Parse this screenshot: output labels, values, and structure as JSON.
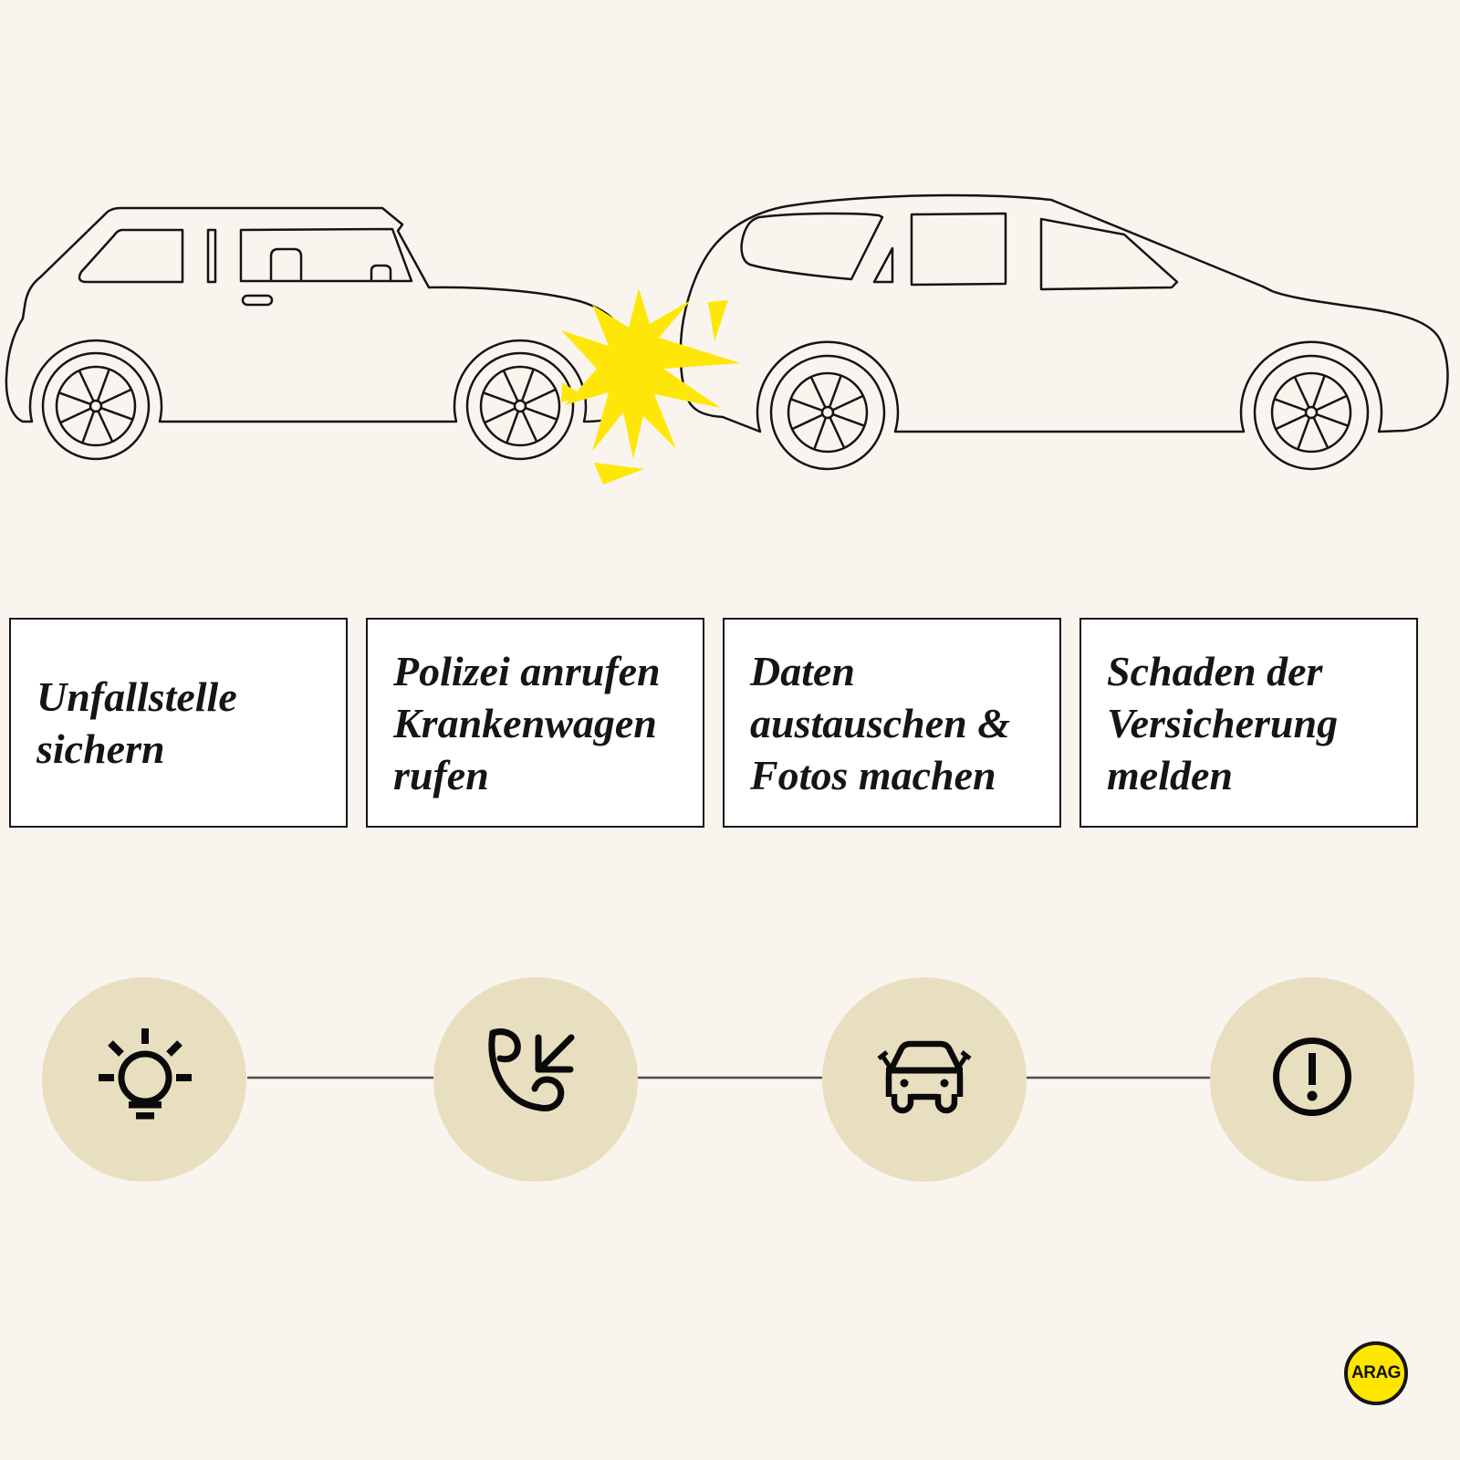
{
  "cards": [
    {
      "lines": [
        "Unfallstelle",
        "sichern"
      ],
      "icon": "lightbulb-icon"
    },
    {
      "lines": [
        "Polizei anrufen",
        "Krankenwagen",
        "rufen"
      ],
      "icon": "phone-incoming-icon"
    },
    {
      "lines": [
        "Daten",
        "austauschen &",
        "Fotos machen"
      ],
      "icon": "car-front-icon"
    },
    {
      "lines": [
        "Schaden der",
        "Versicherung",
        "melden"
      ],
      "icon": "alert-circle-icon"
    }
  ],
  "logo": {
    "text": "ARAG"
  },
  "illustration": {
    "elements": [
      "hatchback-car-outline",
      "sedan-car-outline",
      "collision-starburst-icon"
    ]
  },
  "colors": {
    "background": "#f9f5ee",
    "card_background": "#ffffff",
    "card_border": "#161616",
    "outline_black": "#141414",
    "crash_yellow": "#ffe609",
    "step_circle_beige": "#e8dfc0",
    "connector_gray": "#4d4d4d",
    "icon_black": "#0a0a0a",
    "logo_yellow": "#ffe600"
  }
}
